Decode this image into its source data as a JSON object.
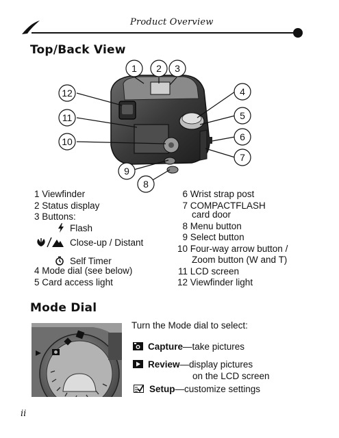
{
  "header": {
    "title": "Product Overview"
  },
  "top_back_view": {
    "title": "Top/Back View",
    "callouts": [
      "1",
      "2",
      "3",
      "4",
      "5",
      "6",
      "7",
      "8",
      "9",
      "10",
      "11",
      "12"
    ],
    "left_list": [
      {
        "num": "1",
        "text": "Viewfinder"
      },
      {
        "num": "2",
        "text": "Status display"
      },
      {
        "num": "3",
        "text": "Buttons:"
      }
    ],
    "buttons": [
      {
        "icon": "flash-icon",
        "text": "Flash"
      },
      {
        "icon": "closeup-distant-icon",
        "text": "Close-up / Distant"
      },
      {
        "icon": "self-timer-icon",
        "text": "Self Timer"
      }
    ],
    "left_list_2": [
      {
        "num": "4",
        "text": "Mode dial (see below)"
      },
      {
        "num": "5",
        "text": "Card access light"
      }
    ],
    "right_list": [
      {
        "num": "6",
        "text": "Wrist strap post"
      },
      {
        "num": "7",
        "text": "COMPACTFLASH",
        "text2": "card door"
      },
      {
        "num": "8",
        "text": "Menu button"
      },
      {
        "num": "9",
        "text": "Select button"
      },
      {
        "num": "10",
        "text": "Four-way arrow button /",
        "text2": "Zoom button (W and T)"
      },
      {
        "num": "11",
        "text": "LCD screen"
      },
      {
        "num": "12",
        "text": "Viewfinder light"
      }
    ]
  },
  "mode_dial": {
    "title": "Mode Dial",
    "intro": "Turn the Mode dial to select:",
    "items": [
      {
        "icon": "camera-icon",
        "bold": "Capture",
        "rest": "—take pictures"
      },
      {
        "icon": "play-icon",
        "bold": "Review",
        "rest": "—display pictures",
        "rest2": "on the LCD screen"
      },
      {
        "icon": "setup-icon",
        "bold": "Setup",
        "rest": "—customize settings"
      }
    ]
  },
  "footer": {
    "page_number": "ii"
  }
}
